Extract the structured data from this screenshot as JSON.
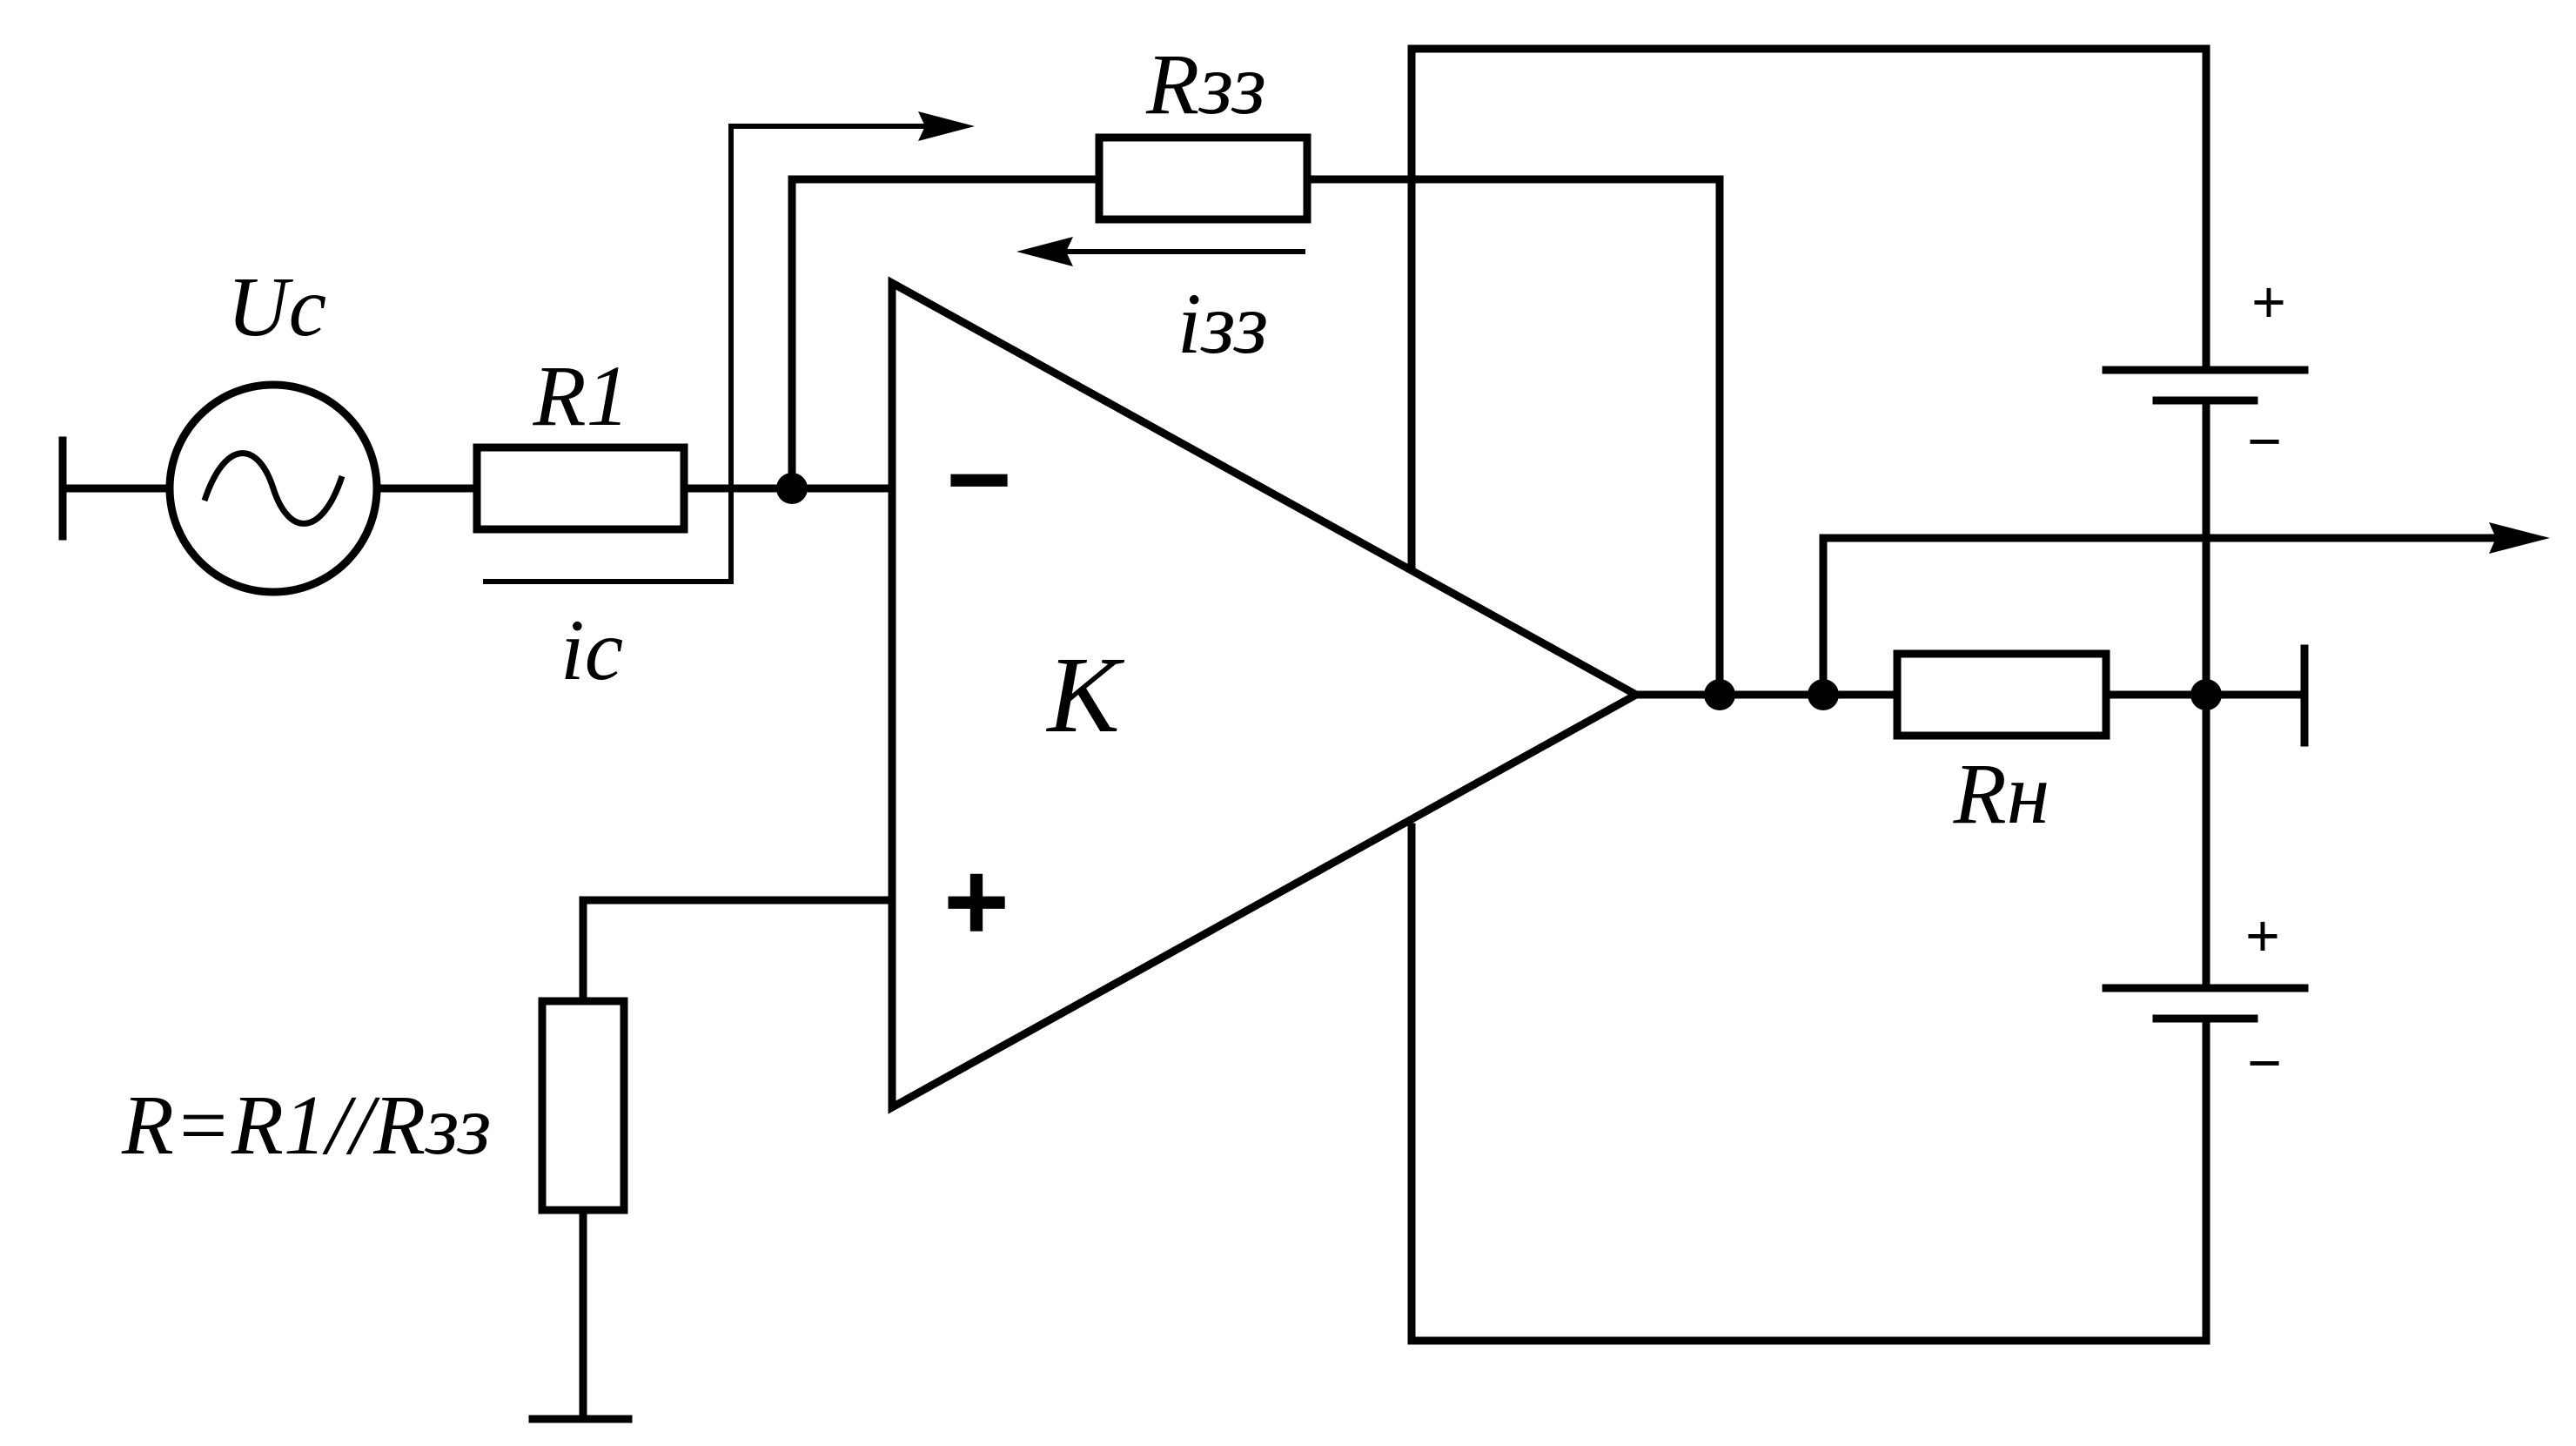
{
  "diagram": {
    "labels": {
      "source": "Uc",
      "r1": "R1",
      "rzz": "Rзз",
      "izz": "iзз",
      "ic": "ic",
      "gain": "K",
      "rn": "Rн",
      "r_eq": "R=R1//Rзз"
    },
    "opamp_inputs": {
      "inverting": "−",
      "noninverting": "+"
    },
    "battery_top": {
      "plus": "+",
      "minus": "−"
    },
    "battery_bottom": {
      "plus": "+",
      "minus": "−"
    }
  }
}
